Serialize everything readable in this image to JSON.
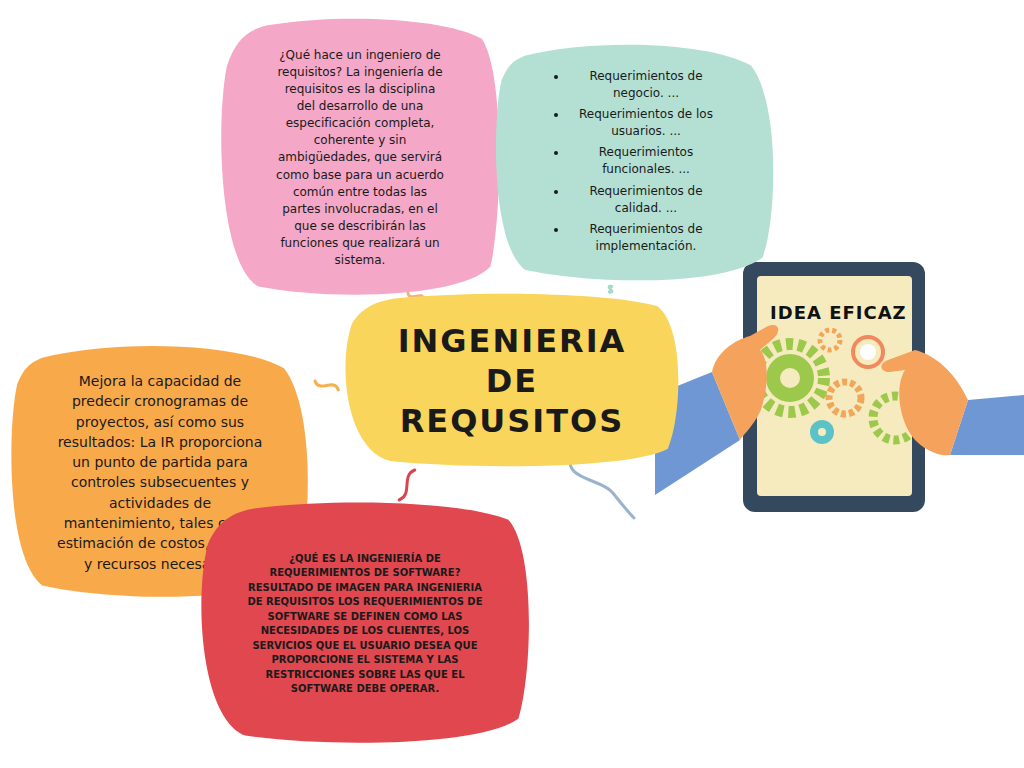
{
  "diagram": {
    "nodes": [
      {
        "text": [
          "¿Qué hace un ingeniero de requisitos? La ingeniería de requisitos es la disciplina del desarrollo de una especificación completa, coherente y sin ambigüedades, que servirá como base para un acuerdo común entre todas las partes involucradas, en el que se describirán las funciones que realizará un sistema."
        ]
      },
      {
        "text": [
          "Requerimientos de negocio. ...",
          "Requerimientos de los usuarios. ...",
          "Requerimientos funcionales. ...",
          "Requerimientos de calidad. ...",
          "Requerimientos de implementación."
        ]
      },
      {
        "text": [
          "INGENIERIA DE REQUSITOS"
        ]
      },
      {
        "text": [
          "Mejora la capacidad de predecir cronogramas de proyectos, así como sus resultados: La IR proporciona un punto de partida para controles subsecuentes y actividades de mantenimiento, tales como estimación de costos, tiempo y recursos necesarios"
        ]
      },
      {
        "text": [
          "¿QUÉ ES LA INGENIERÍA DE REQUERIMIENTOS DE SOFTWARE? RESULTADO DE IMAGEN PARA INGENIERIA DE REQUISITOS LOS REQUERIMIENTOS DE SOFTWARE SE DEFINEN COMO LAS NECESIDADES DE LOS CLIENTES, LOS SERVICIOS QUE EL USUARIO DESEA QUE PROPORCIONE EL SISTEMA Y LAS RESTRICCIONES SOBRE LAS QUE EL SOFTWARE DEBE OPERAR."
        ]
      }
    ],
    "edges": [
      {
        "from": 2,
        "to": 0,
        "arrow": "none"
      },
      {
        "from": 2,
        "to": 1,
        "arrow": "none"
      },
      {
        "from": 2,
        "to": 3,
        "arrow": "none"
      },
      {
        "from": 2,
        "to": 4,
        "arrow": "none"
      }
    ],
    "labels": [
      "IDEA EFICAZ"
    ]
  }
}
